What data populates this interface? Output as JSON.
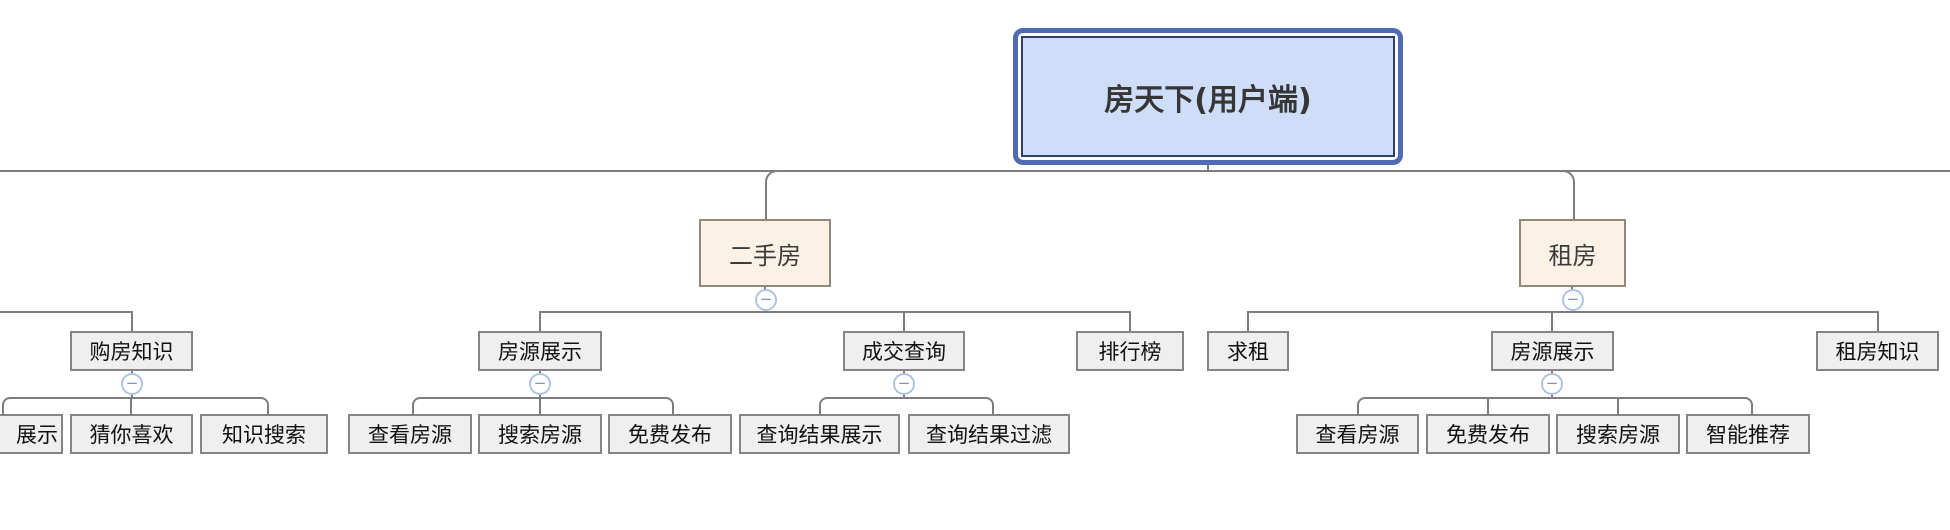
{
  "diagram_title": "房天下(用户端)",
  "ui": {
    "collapse_glyph": "−"
  },
  "colors": {
    "root_fill": "#cfdef8",
    "root_outline": "#4d6cb4",
    "root_inner_border": "#2f3f70",
    "branch_fill": "#fbf1e4",
    "branch_border": "#8f887b",
    "node_fill": "#efefef",
    "node_border": "#858585",
    "connector": "#7d7d7d",
    "collapse_ring": "#aec4e7",
    "collapse_glyph_color": "#7b93c1"
  },
  "tree": {
    "root": {
      "label": "房天下(用户端)",
      "children": [
        {
          "label": "二手房",
          "children": [
            {
              "label": "房源展示",
              "children": [
                {
                  "label": "查看房源"
                },
                {
                  "label": "搜索房源"
                },
                {
                  "label": "免费发布"
                }
              ]
            },
            {
              "label": "成交查询",
              "children": [
                {
                  "label": "查询结果展示"
                },
                {
                  "label": "查询结果过滤"
                }
              ]
            },
            {
              "label": "排行榜"
            }
          ]
        },
        {
          "label": "租房",
          "children": [
            {
              "label": "求租"
            },
            {
              "label": "房源展示",
              "children": [
                {
                  "label": "查看房源"
                },
                {
                  "label": "免费发布"
                },
                {
                  "label": "搜索房源"
                },
                {
                  "label": "智能推荐"
                }
              ]
            },
            {
              "label": "租房知识"
            }
          ]
        }
      ]
    },
    "offscreen": {
      "label": "购房知识",
      "children": [
        {
          "label": "展示"
        },
        {
          "label": "猜你喜欢"
        },
        {
          "label": "知识搜索"
        }
      ]
    }
  }
}
